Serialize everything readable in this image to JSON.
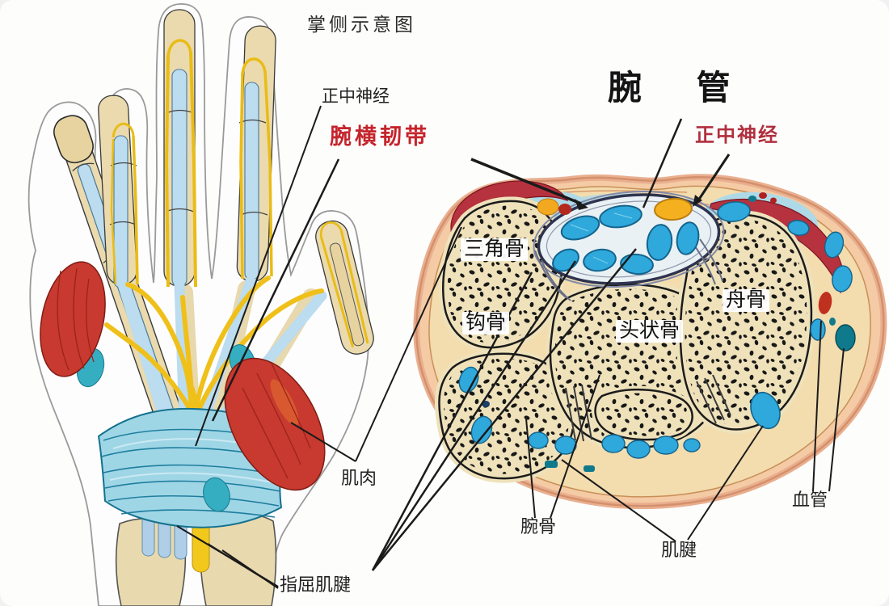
{
  "page_title": "掌侧示意图",
  "palm_view": {
    "median_nerve_label": "正中神经",
    "ligament_label": "腕横韧带",
    "muscle_label": "肌肉",
    "flexor_tendon_label": "指屈肌腱"
  },
  "cross_section": {
    "title": "腕  管",
    "median_nerve_label": "正中神经",
    "triquetrum_label": "三角骨",
    "hamate_label": "钩骨",
    "capitate_label": "头状骨",
    "scaphoid_label": "舟骨",
    "carpal_bone_label": "腕骨",
    "tendon_label": "肌腱",
    "vessel_label": "血管"
  },
  "colors": {
    "bone_tan": "#EFE2BB",
    "tendon_bright_blue": "#2FA8DC",
    "tendon_light_blue": "#BCDCEF",
    "nerve_yellow": "#F0C01A",
    "nerve_orange": "#F5B020",
    "muscle_red": "#C8392F",
    "ligament_cyan": "#9FD6E6",
    "skin_tan": "#F4CBA4",
    "skin_inner": "#F3DCAE",
    "label_red": "#C5242C",
    "vessel_teal": "#0F7A8C"
  }
}
